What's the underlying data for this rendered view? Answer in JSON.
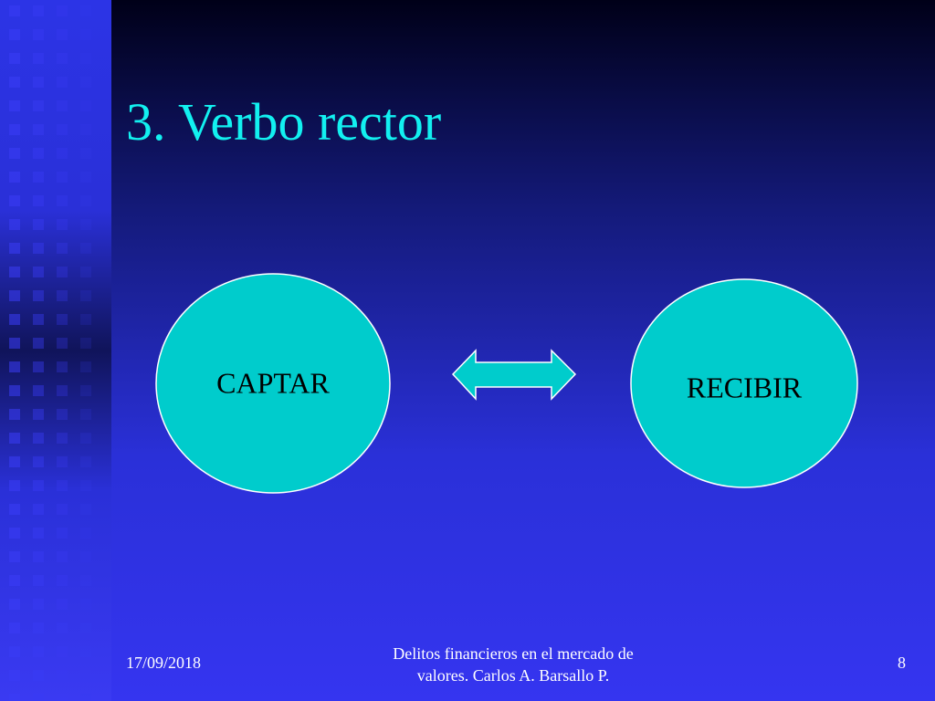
{
  "slide": {
    "title": "3. Verbo rector"
  },
  "diagram": {
    "nodes": [
      {
        "id": "captar",
        "label": "CAPTAR"
      },
      {
        "id": "recibir",
        "label": "RECIBIR"
      }
    ],
    "connector_icon": "double-arrow-icon"
  },
  "footer": {
    "date": "17/09/2018",
    "center_line1": "Delitos financieros en el mercado de",
    "center_line2": "valores. Carlos A. Barsallo P.",
    "page_number": "8"
  },
  "colors": {
    "title": "#12f0f0",
    "node_fill": "#00cccc",
    "arrow_fill": "#00cccc",
    "sidebar_square": "#3a3cf5"
  }
}
